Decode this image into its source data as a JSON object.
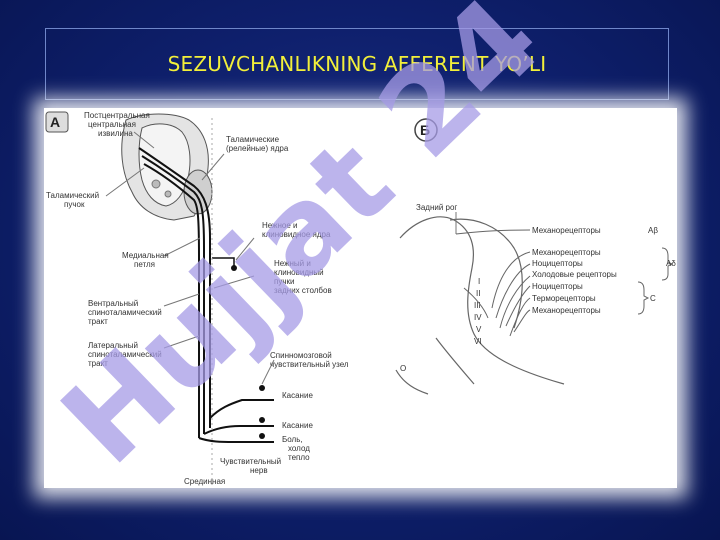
{
  "title": "SEZUVCHANLIKNING AFFERENT YO’LI",
  "watermark": "Hujjat 24",
  "panel_a": {
    "letter": "А",
    "labels": {
      "central_gyrus_1": "Постцентральная",
      "central_gyrus_2": "центральная",
      "central_gyrus_3": "извилина",
      "thalamic_nuclei_1": "Таламические",
      "thalamic_nuclei_2": "(релейные) ядра",
      "thalamic_bundle_1": "Таламический",
      "thalamic_bundle_2": "пучок",
      "gracile_nuclei_1": "Нежное и",
      "gracile_nuclei_2": "клиновидное ядра",
      "medial_lemniscus_1": "Медиальная",
      "medial_lemniscus_2": "петля",
      "gracile_fascicles_1": "Нежный и",
      "gracile_fascicles_2": "клиновидный",
      "gracile_fascicles_3": "пучки",
      "gracile_fascicles_4": "задних столбов",
      "ventral_tract_1": "Вентральный",
      "ventral_tract_2": "спиноталамический",
      "ventral_tract_3": "тракт",
      "lateral_tract_1": "Латеральный",
      "lateral_tract_2": "спиноталамический",
      "lateral_tract_3": "тракт",
      "ganglion_1": "Спинномозговой",
      "ganglion_2": "чувствительный узел",
      "touch_1": "Касание",
      "touch_2": "Касание",
      "pain_1": "Боль,",
      "pain_2": "холод",
      "pain_3": "тепло",
      "sensory_nerve_1": "Чувствительный",
      "sensory_nerve_2": "нерв",
      "median_line": "Срединная"
    }
  },
  "panel_b": {
    "letter": "Б",
    "dorsal_horn": "Задний рог",
    "laminae": [
      "I",
      "II",
      "III",
      "IV",
      "V",
      "VI"
    ],
    "receptors": {
      "mech_a_beta": "Механорецепторы",
      "a_beta_sub": "Аβ",
      "mech": "Механорецепторы",
      "noci": "Ноцицепторы",
      "cold": "Холодовые рецепторы",
      "a_delta": "Аδ",
      "noci_c": "Ноцицепторы",
      "thermo": "Терморецепторы",
      "mech_c": "Механорецепторы",
      "c_label": "С"
    }
  }
}
